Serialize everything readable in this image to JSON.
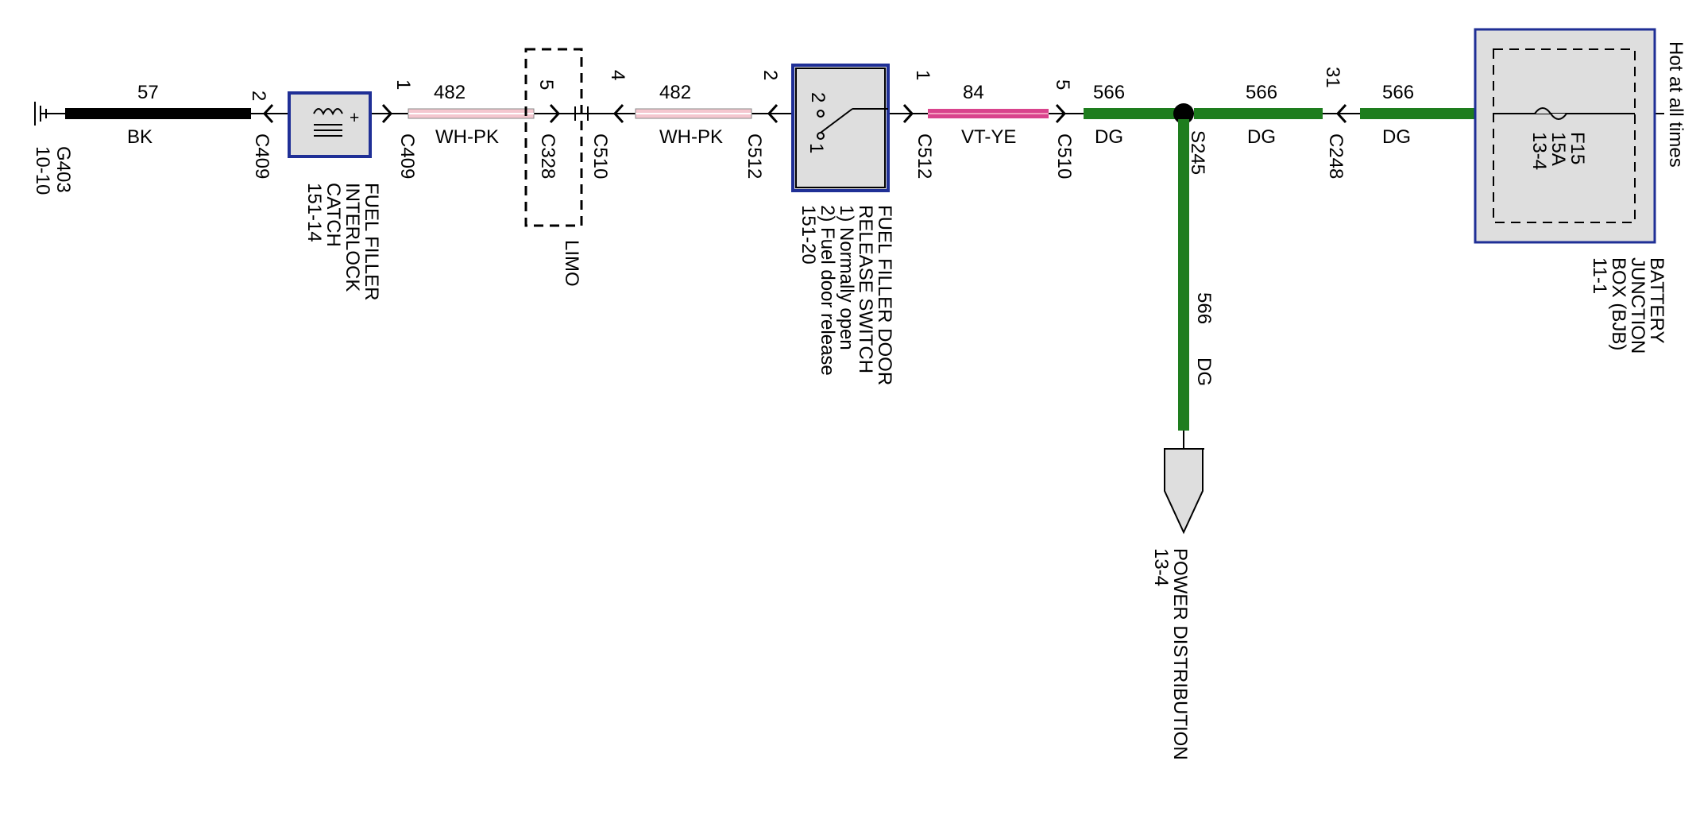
{
  "wires": [
    {
      "circuit": "57",
      "color_code": "BK",
      "stroke": "#000000"
    },
    {
      "circuit": "482",
      "color_code": "WH-PK",
      "stroke": "#f4c7cf"
    },
    {
      "circuit": "482",
      "color_code": "WH-PK",
      "stroke": "#f4c7cf"
    },
    {
      "circuit": "84",
      "color_code": "VT-YE",
      "stroke": "#d9438c"
    },
    {
      "circuit": "566",
      "color_code": "DG",
      "stroke": "#1e7d1e"
    },
    {
      "circuit": "566",
      "color_code": "DG",
      "stroke": "#1e7d1e"
    },
    {
      "circuit": "566",
      "color_code": "DG",
      "stroke": "#1e7d1e"
    }
  ],
  "branch_wire": {
    "circuit": "566",
    "color_code": "DG",
    "stroke": "#1e7d1e"
  },
  "connectors": [
    {
      "name": "C409",
      "pin": "2"
    },
    {
      "name": "C409",
      "pin": "1"
    },
    {
      "name": "C328",
      "pin": "5"
    },
    {
      "name": "C510",
      "pin": "4"
    },
    {
      "name": "C512",
      "pin": "2"
    },
    {
      "name": "C512",
      "pin": "1"
    },
    {
      "name": "C510",
      "pin": "5"
    },
    {
      "name": "C248",
      "pin": "31"
    }
  ],
  "ground": {
    "name": "G403",
    "ref": "10-10"
  },
  "splice": {
    "name": "S245"
  },
  "components": {
    "catch": {
      "line1": "FUEL FILLER",
      "line2": "INTERLOCK",
      "line3": "CATCH",
      "ref": "151-14"
    },
    "limo": {
      "label": "LIMO"
    },
    "switch": {
      "line1": "FUEL FILLER DOOR",
      "line2": "RELEASE SWITCH",
      "note1": "1) Normally open",
      "note2": "2) Fuel door release",
      "ref": "151-20",
      "pin_a": "2",
      "pin_b": "1"
    },
    "bjb": {
      "line1": "BATTERY",
      "line2": "JUNCTION",
      "line3": "BOX (BJB)",
      "ref": "11-1",
      "fuse_name": "F15",
      "fuse_rating": "15A",
      "fuse_ref": "13-4",
      "hot_note": "Hot at all times"
    },
    "power": {
      "label": "POWER DISTRIBUTION",
      "ref": "13-4"
    }
  },
  "colors": {
    "box_fill": "#dedede",
    "box_border": "#1f2f96",
    "wire_dark_green": "#1e7d1e",
    "wire_violet_yellow": "#d9438c",
    "wire_white_pink": "#f4c7cf"
  }
}
